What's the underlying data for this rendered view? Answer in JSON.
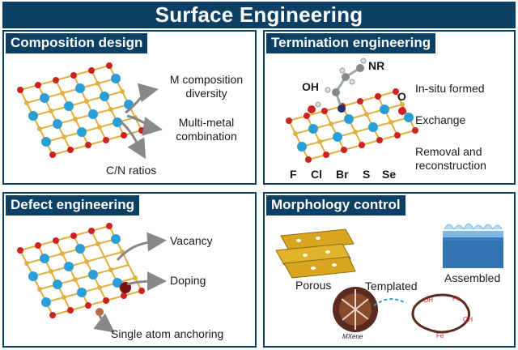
{
  "title": "Surface Engineering",
  "panels": {
    "composition": {
      "title": "Composition design",
      "labels": [
        "M composition diversity",
        "Multi-metal combination",
        "C/N ratios"
      ]
    },
    "termination": {
      "title": "Termination engineering",
      "groups": {
        "nr": "NR",
        "oh": "OH",
        "o": "O"
      },
      "elements": [
        "F",
        "Cl",
        "Br",
        "S",
        "Se"
      ],
      "labels": [
        "In-situ formed",
        "Exchange",
        "Removal and reconstruction"
      ]
    },
    "defect": {
      "title": "Defect engineering",
      "labels": [
        "Vacancy",
        "Doping",
        "Single atom anchoring"
      ]
    },
    "morphology": {
      "title": "Morphology control",
      "labels": {
        "porous": "Porous",
        "assembled": "Assembled",
        "templated": "Templated",
        "mxene": "MXene"
      }
    }
  },
  "colors": {
    "header": "#0b3f63",
    "atom_blue": "#2a9fd6",
    "atom_red": "#cc2222",
    "atom_gold": "#e0b040",
    "arrow": "#888888"
  }
}
